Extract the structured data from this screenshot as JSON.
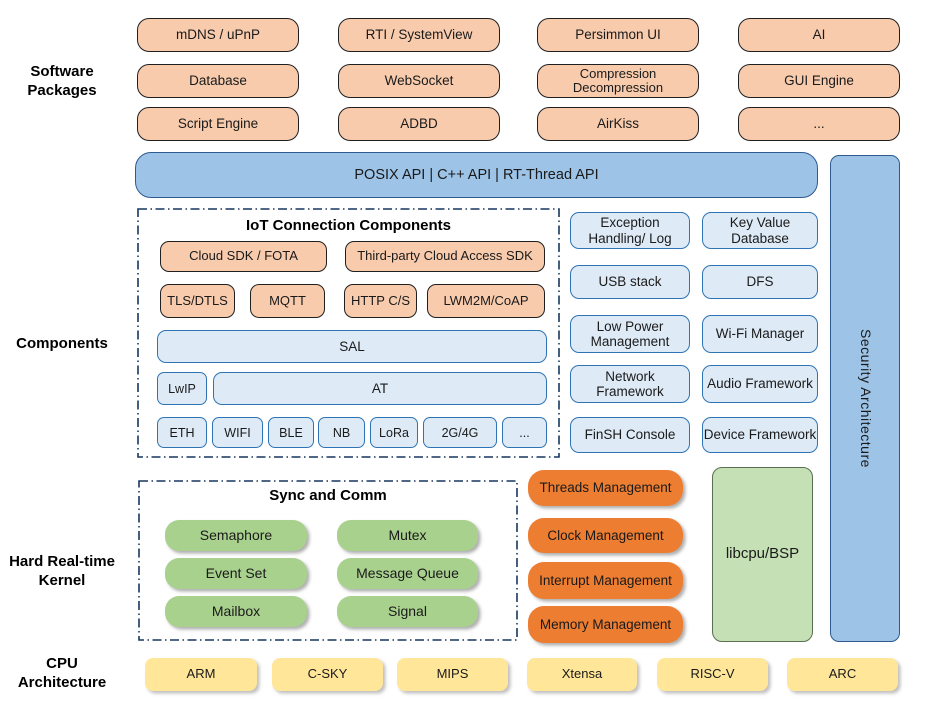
{
  "section_labels": {
    "software_packages": "Software Packages",
    "components": "Components",
    "kernel": "Hard Real-time Kernel",
    "cpu": "CPU Architecture"
  },
  "software_packages": [
    "mDNS / uPnP",
    "RTI / SystemView",
    "Persimmon UI",
    "AI",
    "Database",
    "WebSocket",
    "Compression Decompression",
    "GUI Engine",
    "Script Engine",
    "ADBD",
    "AirKiss",
    "..."
  ],
  "api_bar": "POSIX API  |  C++ API  |  RT-Thread API",
  "security_bar": "Security Architecture",
  "iot": {
    "title": "IoT Connection Components",
    "cloud": [
      "Cloud SDK / FOTA",
      "Third-party Cloud Access SDK"
    ],
    "protocols": [
      "TLS/DTLS",
      "MQTT",
      "HTTP C/S",
      "LWM2M/CoAP"
    ],
    "sal": "SAL",
    "lwip": "LwIP",
    "at": "AT",
    "links": [
      "ETH",
      "WIFI",
      "BLE",
      "NB",
      "LoRa",
      "2G/4G",
      "..."
    ]
  },
  "components": [
    "Exception Handling/ Log",
    "Key Value Database",
    "USB stack",
    "DFS",
    "Low Power Management",
    "Wi-Fi Manager",
    "Network Framework",
    "Audio Framework",
    "FinSH Console",
    "Device Framework"
  ],
  "kernel": {
    "sync_title": "Sync and Comm",
    "sync": [
      "Semaphore",
      "Mutex",
      "Event Set",
      "Message Queue",
      "Mailbox",
      "Signal"
    ],
    "management": [
      "Threads Management",
      "Clock Management",
      "Interrupt Management",
      "Memory Management"
    ],
    "libcpu": "libcpu/BSP"
  },
  "cpu_architectures": [
    "ARM",
    "C-SKY",
    "MIPS",
    "Xtensa",
    "RISC-V",
    "ARC"
  ],
  "colors": {
    "package_fill": "#F8CBAD",
    "api_fill": "#9DC3E6",
    "component_fill": "#DEEBF7",
    "component_border": "#2E74B5",
    "sync_fill": "#A9D18E",
    "management_fill": "#ED7D31",
    "libcpu_fill": "#C5E0B4",
    "cpu_fill": "#FFE699",
    "dashed_border": "#17375E"
  }
}
